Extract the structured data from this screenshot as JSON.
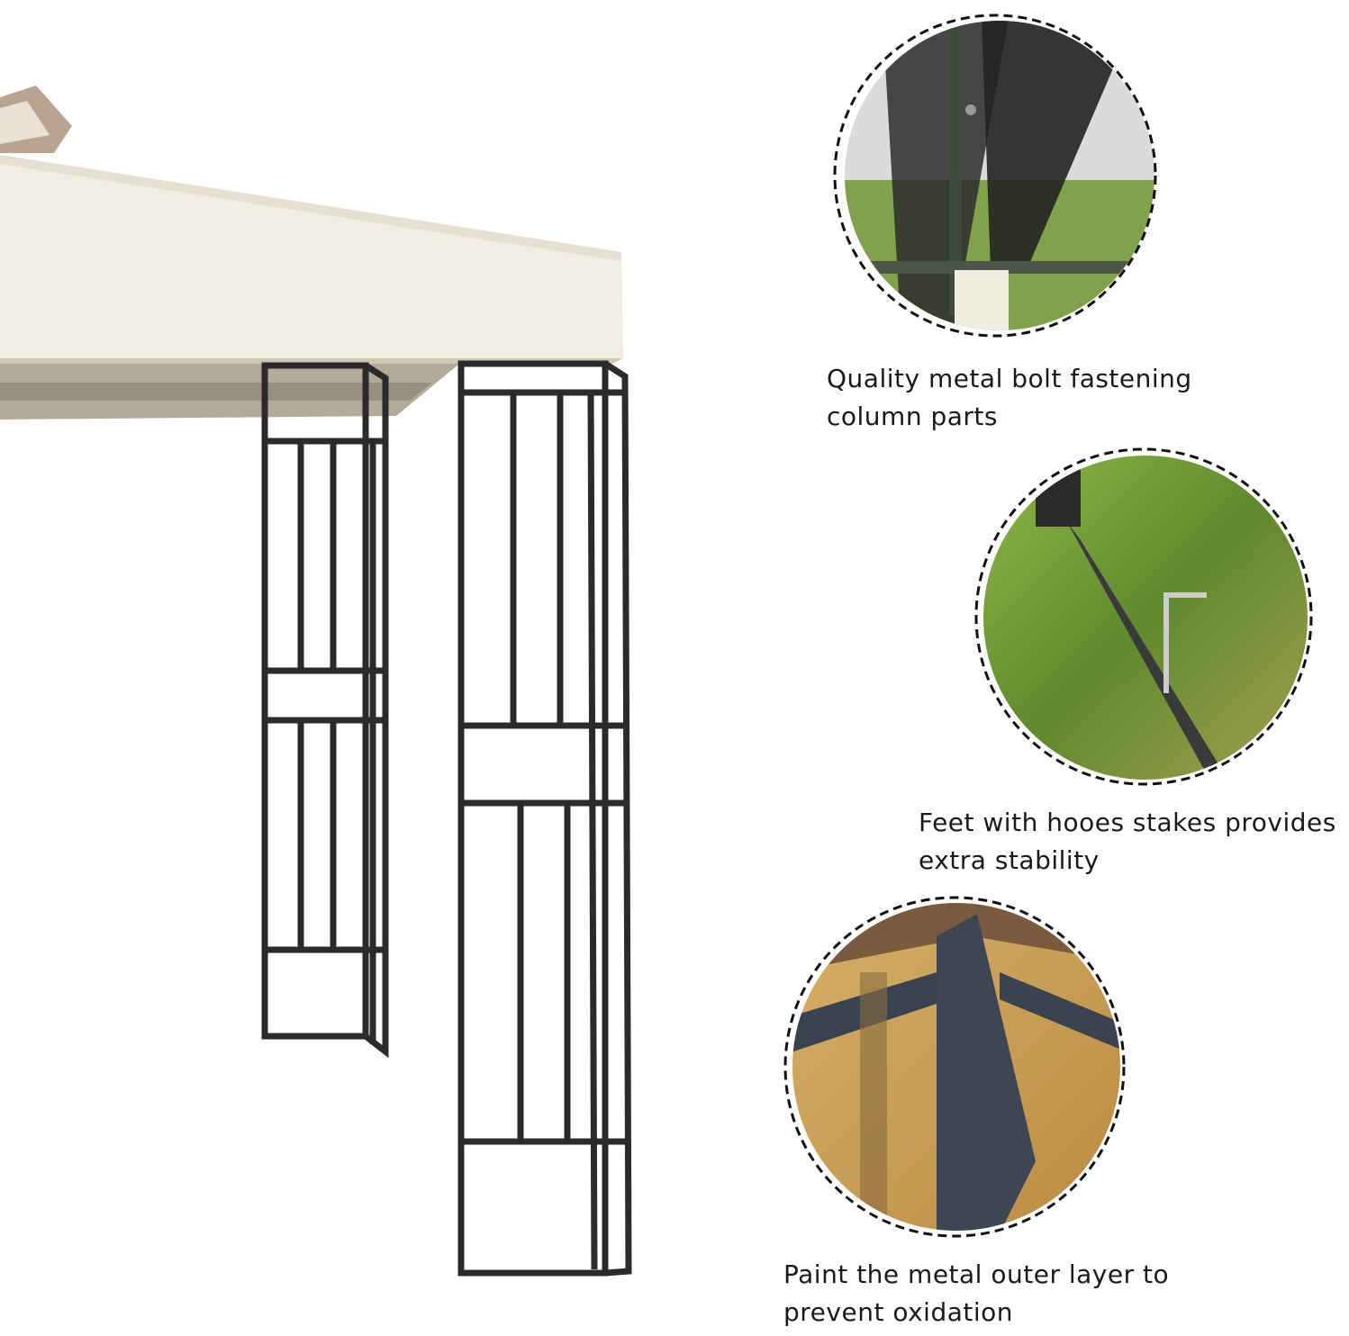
{
  "features": [
    {
      "lines": [
        "Quality metal bolt fastening",
        "column parts"
      ],
      "icon": "bolt-detail-photo"
    },
    {
      "lines": [
        "Feet with hooes stakes provides",
        "extra stability"
      ],
      "icon": "stake-detail-photo"
    },
    {
      "lines": [
        "Paint the metal outer layer to",
        "prevent oxidation"
      ],
      "icon": "painted-frame-detail-photo"
    }
  ],
  "colors": {
    "canopy": "#f1ede2",
    "frame": "#2b2b2b",
    "grass": "#6f9a34",
    "mesh": "#c9a25c"
  }
}
